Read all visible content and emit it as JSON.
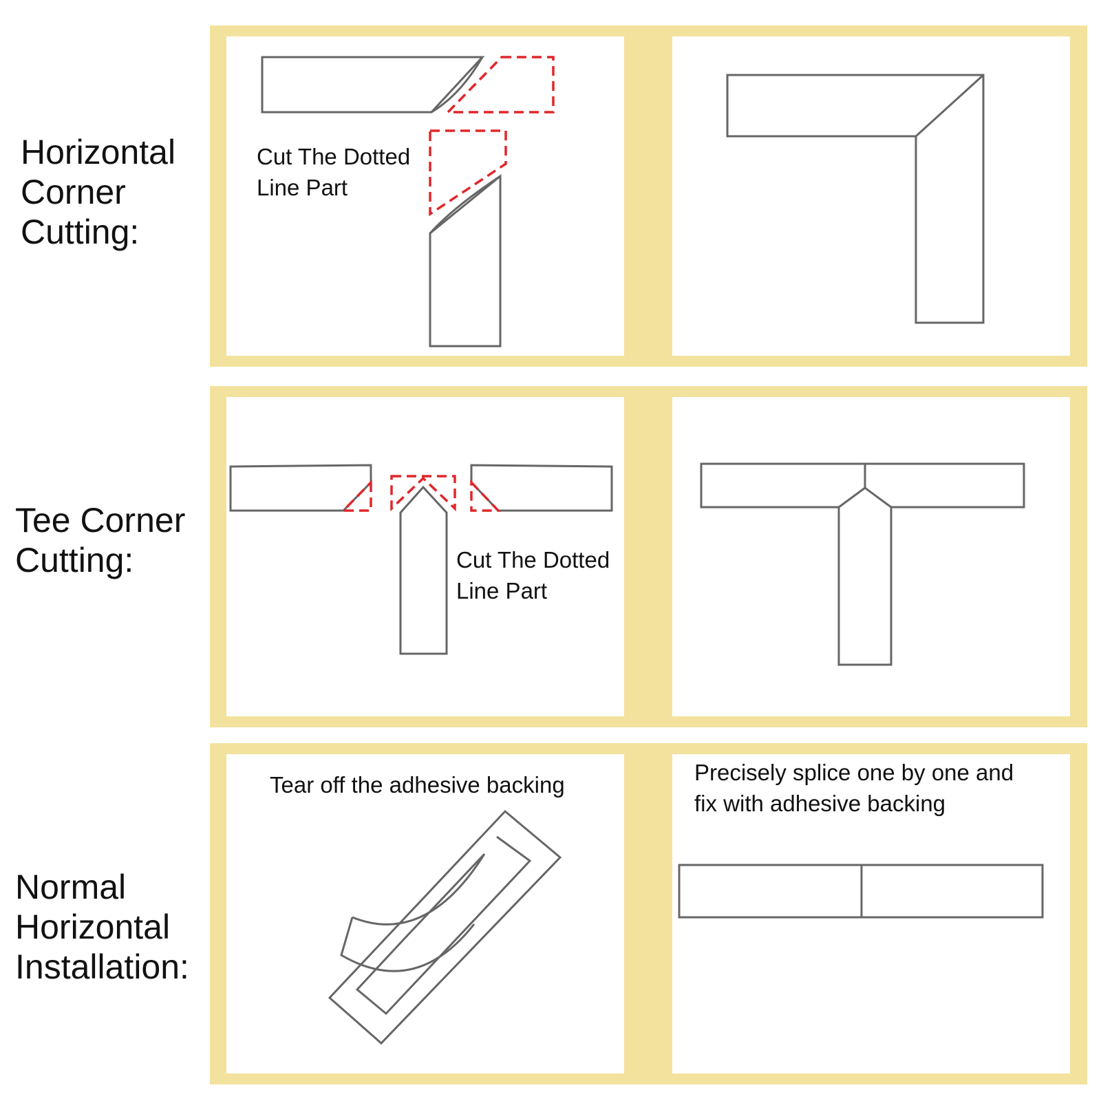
{
  "rows": [
    {
      "label": "Horizontal\nCorner\nCutting:",
      "left_panel": {
        "note": "Cut The Dotted\nLine Part"
      },
      "right_panel": {
        "note": ""
      }
    },
    {
      "label": "Tee Corner\nCutting:",
      "left_panel": {
        "note": "Cut The Dotted\nLine Part"
      },
      "right_panel": {
        "note": ""
      }
    },
    {
      "label": "Normal\nHorizontal\nInstallation:",
      "left_panel": {
        "note": "Tear off the adhesive backing"
      },
      "right_panel": {
        "note": "Precisely splice one by one and\nfix with adhesive backing"
      }
    }
  ],
  "colors": {
    "frame": "#f2e29e",
    "outline": "#666666",
    "cut_line": "#e0262a",
    "text": "#111111"
  }
}
